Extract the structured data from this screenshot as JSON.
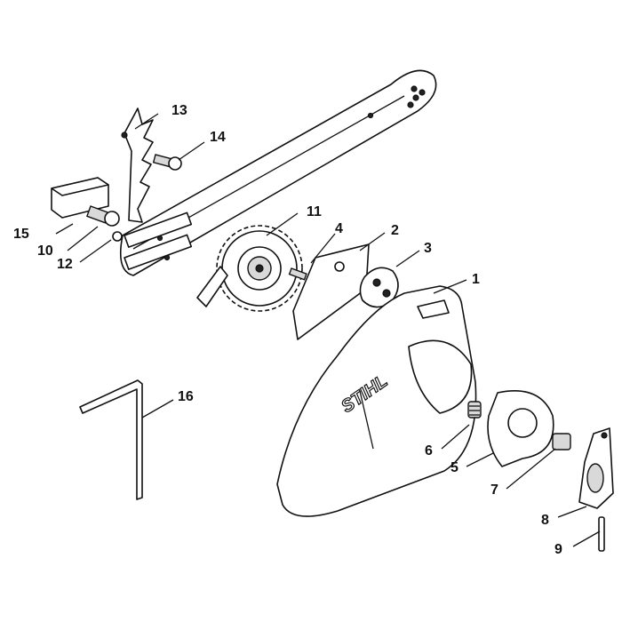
{
  "callouts": {
    "c1": "1",
    "c2": "2",
    "c3": "3",
    "c4": "4",
    "c5": "5",
    "c6": "6",
    "c7": "7",
    "c8": "8",
    "c9": "9",
    "c10": "10",
    "c11": "11",
    "c12": "12",
    "c13": "13",
    "c14": "14",
    "c15": "15",
    "c16": "16"
  },
  "cover_logo": "STIHL",
  "colors": {
    "line": "#111111",
    "fill": "#ffffff",
    "shade": "#d9d9d9"
  }
}
